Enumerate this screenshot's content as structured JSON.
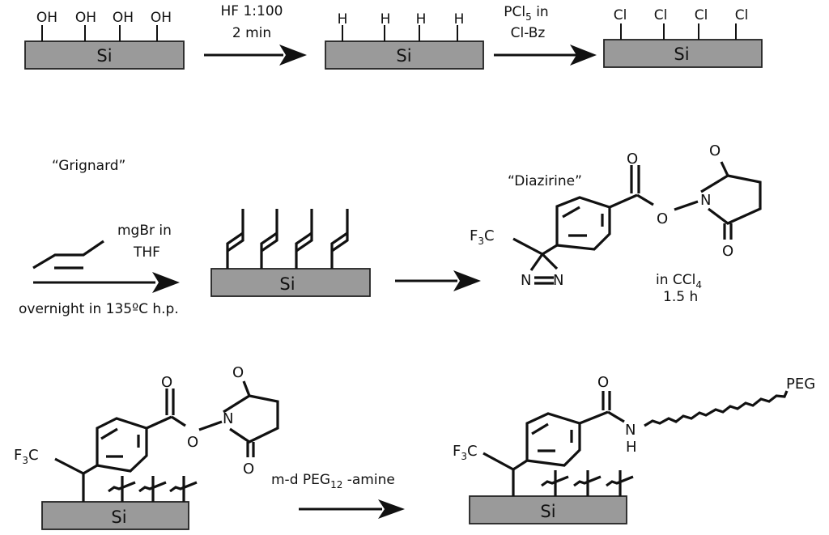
{
  "diagram": {
    "title": "Silicon surface functionalization scheme",
    "colors": {
      "substrate": "#9a9a9a",
      "ink": "#111111",
      "background": "#ffffff"
    },
    "row1": {
      "surface_1": {
        "substrate_label": "Si",
        "groups": [
          "OH",
          "OH",
          "OH",
          "OH"
        ]
      },
      "step_1": {
        "line1": "HF 1:100",
        "line2": "2 min"
      },
      "surface_2": {
        "substrate_label": "Si",
        "groups": [
          "H",
          "H",
          "H",
          "H"
        ]
      },
      "step_2": {
        "line1_main": "PCl",
        "line1_sub": "5",
        "line1_rest": " in",
        "line2": "Cl-Bz"
      },
      "surface_3": {
        "substrate_label": "Si",
        "groups": [
          "Cl",
          "Cl",
          "Cl",
          "Cl"
        ]
      }
    },
    "row2": {
      "reaction_name": "“Grignard”",
      "reagent_line1": "mgBr in",
      "reagent_line2": "THF",
      "condition": "overnight in 135ºC h.p.",
      "surface_4": {
        "substrate_label": "Si",
        "chain_count": 4
      },
      "reagent_name": "“Diazirine”",
      "diazirine_atoms": {
        "cf3_main": "F",
        "cf3_sub": "3",
        "cf3_c": "C",
        "n1": "N",
        "n2": "N",
        "o_carbonyl": "O",
        "o_ester": "O",
        "n_imide": "N",
        "o_top": "O",
        "o_bottom": "O"
      },
      "solvent_main": "in CCl",
      "solvent_sub": "4",
      "time": "1.5 h"
    },
    "row3": {
      "surface_5": {
        "substrate_label": "Si",
        "atoms": {
          "cf3_main": "F",
          "cf3_sub": "3",
          "cf3_c": "C",
          "o_carbonyl": "O",
          "o_ester": "O",
          "n_imide": "N",
          "o_top": "O",
          "o_bottom": "O"
        }
      },
      "step_reagent_main": "m-d PEG",
      "step_reagent_sub": "12",
      "step_reagent_rest": " -amine",
      "surface_6": {
        "substrate_label": "Si",
        "atoms": {
          "cf3_main": "F",
          "cf3_sub": "3",
          "cf3_c": "C",
          "o_carbonyl": "O",
          "n_amide": "N",
          "h_amide": "H",
          "terminal": "PEG"
        }
      }
    }
  }
}
